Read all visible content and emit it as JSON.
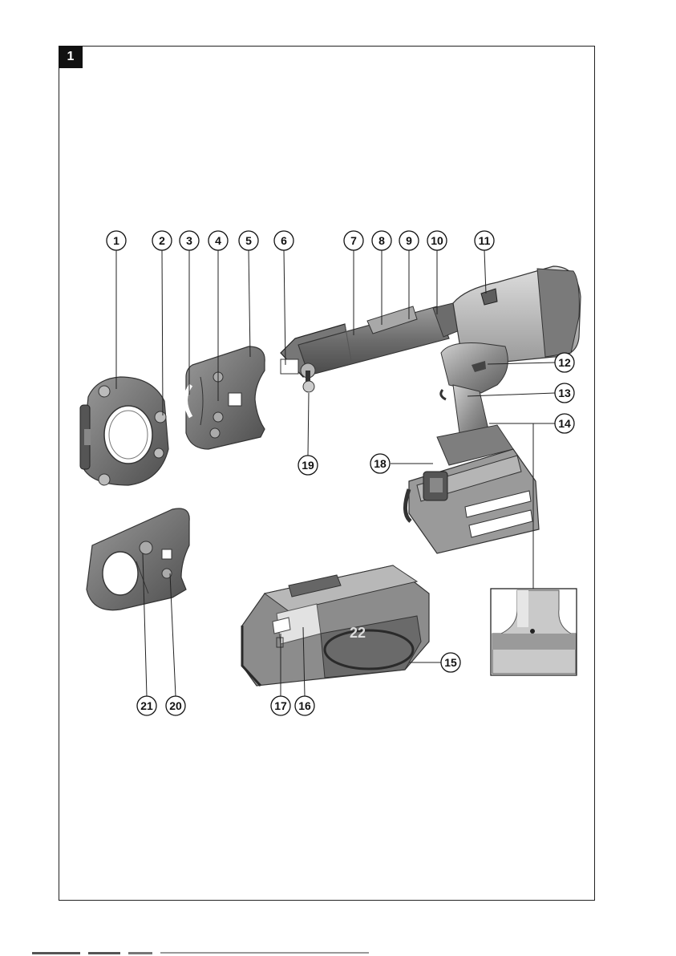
{
  "figure": {
    "number": "1"
  },
  "callouts": [
    "1",
    "2",
    "3",
    "4",
    "5",
    "6",
    "7",
    "8",
    "9",
    "10",
    "11",
    "12",
    "13",
    "14",
    "15",
    "16",
    "17",
    "18",
    "19",
    "20",
    "21"
  ],
  "battery": {
    "label": "22"
  },
  "colors": {
    "tool_body": "#8c8c8c",
    "tool_dark": "#5e5e5e",
    "tool_light": "#c4c4c4",
    "frame": "#222222"
  },
  "icons": {
    "status_led": "wifi-phone-icon"
  }
}
